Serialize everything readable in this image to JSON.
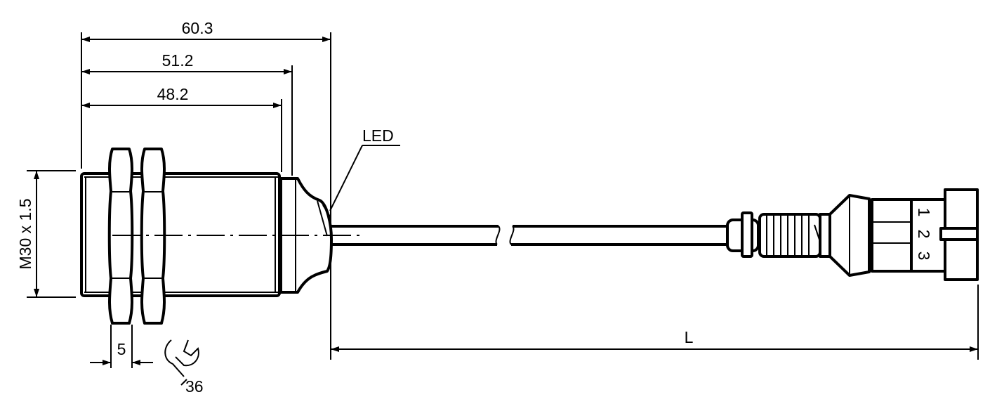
{
  "dimensions": {
    "overall_length": "60.3",
    "length_to_step": "51.2",
    "thread_length": "48.2",
    "thread": "M30 x 1.5",
    "nut_width": "5",
    "wrench_size": "36",
    "cable_length": "L"
  },
  "labels": {
    "led": "LED",
    "pin_1": "1",
    "pin_2": "2",
    "pin_3": "3"
  },
  "colors": {
    "line": "#000000",
    "background": "#ffffff"
  }
}
